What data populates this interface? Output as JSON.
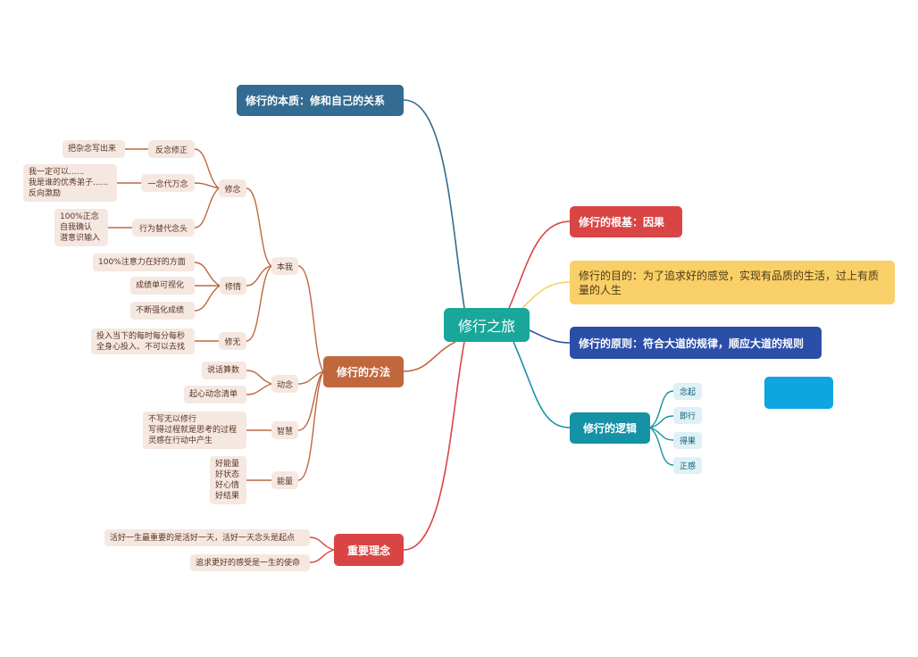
{
  "center": "修行之旅",
  "main": {
    "essence": "修行的本质：修和自己的关系",
    "method": "修行的方法",
    "ideas": "重要理念",
    "foundation": "修行的根基：因果",
    "purpose": "修行的目的：为了追求好的感觉，实现有品质的生活，过上有质量的人生",
    "principle": "修行的原则：符合大道的规律，顺应大道的规则",
    "logic": "修行的逻辑"
  },
  "method": {
    "benwo": "本我",
    "xiunian": "修念",
    "fannian": "反念修正",
    "fannian_leaf": "把杂念写出来",
    "yinian": "一念代万念",
    "yinian_leaf": [
      "我一定可以......",
      "我是谁的优秀弟子......",
      "反向激励"
    ],
    "xingwei": "行为替代念头",
    "xingwei_leaf": [
      "100%正念",
      "自我确认",
      "潜意识输入"
    ],
    "xiuqing": "修情",
    "xiuqing_leaf1": "100%注意力在好的方面",
    "xiuqing_leaf2": "成绩单可视化",
    "xiuqing_leaf3": "不断强化成绩",
    "xiuwu": "修无",
    "xiuwu_leaf": [
      "投入当下的每时每分每秒",
      "全身心投入、不可以去找"
    ],
    "dongnian": "动念",
    "dongnian_leaf1": "说话算数",
    "dongnian_leaf2": "起心动念清单",
    "zhihui": "智慧",
    "zhihui_leaf": [
      "不写无以修行",
      "写得过程就是思考的过程",
      "灵感在行动中产生"
    ],
    "nengliang": "能量",
    "nengliang_leaf": [
      "好能量",
      "好状态",
      "好心情",
      "好结果"
    ]
  },
  "ideas": {
    "leaf1": "活好一生最重要的是活好一天，活好一天念头是起点",
    "leaf2": "追求更好的感受是一生的使命"
  },
  "logic": {
    "items": [
      "念起",
      "即行",
      "得果",
      "正感"
    ]
  },
  "colors": {
    "center": "#18a79a",
    "essence": "#336b91",
    "method": "#c0673e",
    "ideas": "#d94545",
    "foundation": "#d94545",
    "purpose": "#f9cf67",
    "principle": "#2b4ea8",
    "logic": "#1592a5",
    "floating_box": "#0ea5e0"
  }
}
